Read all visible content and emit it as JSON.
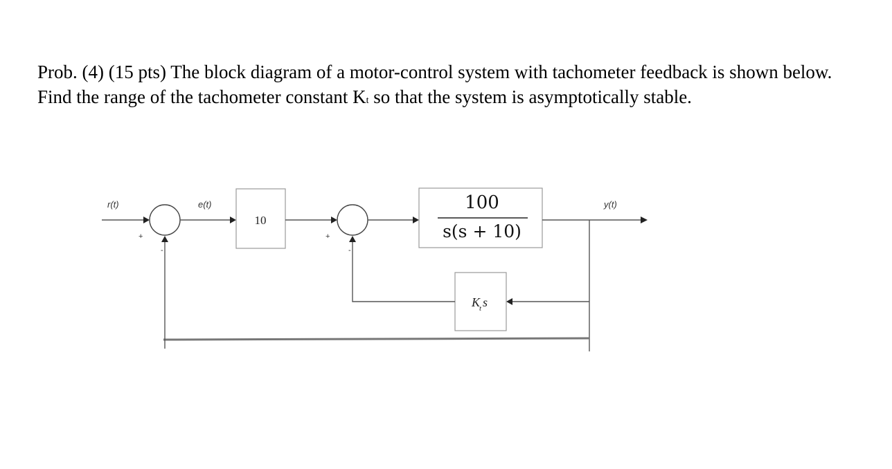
{
  "problem": {
    "prefix": "Prob. (4) (15 pts) The block diagram of a motor-control system with tachometer feedback is shown below. Find the range of the tachometer constant K",
    "kt_subscript": "t",
    "suffix": " so that the system is asymptotically stable."
  },
  "diagram": {
    "input_label": "r(t)",
    "error_label": "e(t)",
    "output_label": "y(t)",
    "sum1_plus": "+",
    "sum1_minus": "-",
    "sum2_plus": "+",
    "sum2_minus": "-",
    "controller_gain": "10",
    "plant_numerator": "100",
    "plant_denominator": "s(s + 10)",
    "tach_feedback": "K",
    "tach_feedback_sub": "t",
    "tach_feedback_s": "s"
  }
}
